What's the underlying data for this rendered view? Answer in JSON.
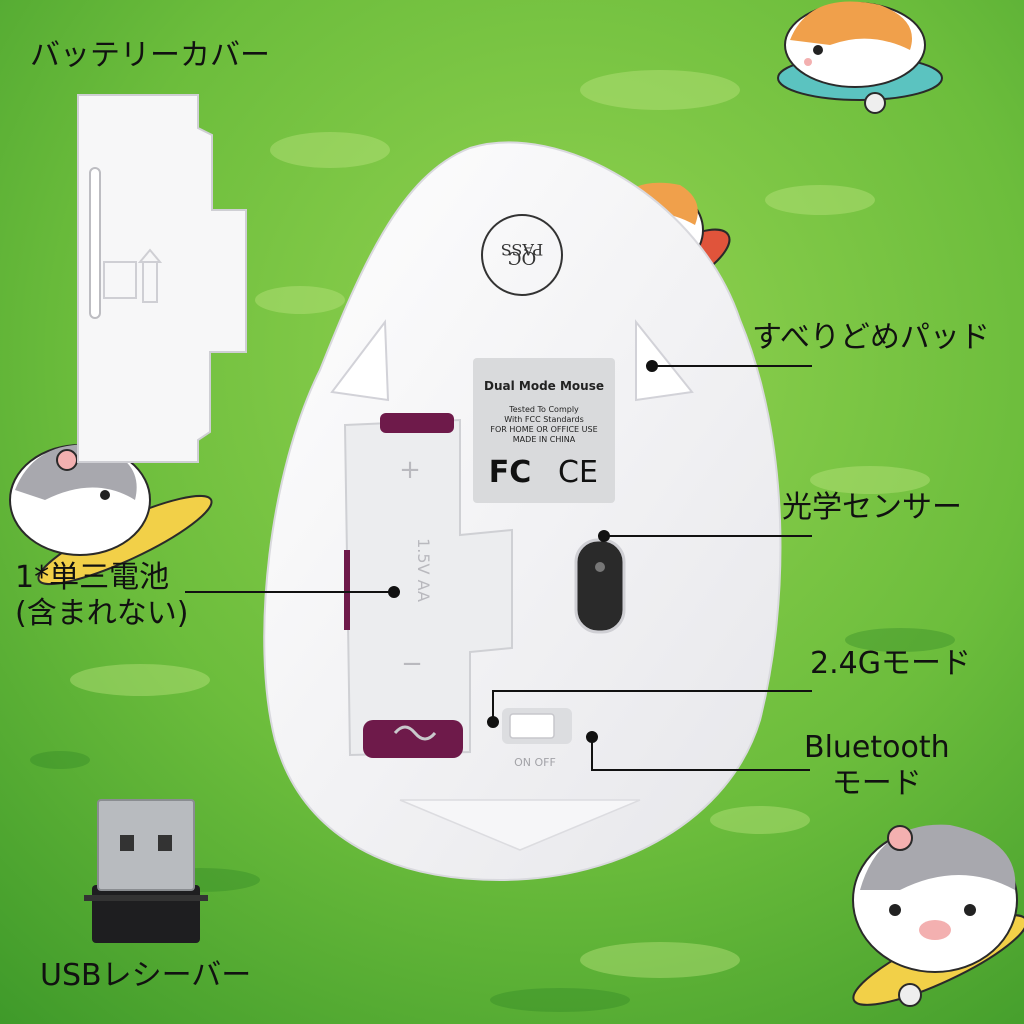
{
  "colors": {
    "grass_light": "#8fd24e",
    "grass_dark": "#3f9a2a",
    "mouse_body": "#f4f4f6",
    "label_plate": "#d9dadc",
    "battery_accent": "#6e1a4a",
    "line": "#111111"
  },
  "labels": {
    "battery_cover": "バッテリーカバー",
    "anti_slip_pad": "すべりどめパッド",
    "optical_sensor": "光学センサー",
    "battery_line1": "1*単三電池",
    "battery_line2": "(含まれない)",
    "mode_24g": "2.4Gモード",
    "bluetooth_line1": "Bluetooth",
    "bluetooth_line2": "モード",
    "usb_receiver": "USBレシーバー"
  },
  "mouse_label": {
    "title": "Dual Mode Mouse",
    "line1": "Tested To Comply",
    "line2": "With FCC Standards",
    "line3": "FOR HOME OR OFFICE USE",
    "line4": "MADE IN CHINA",
    "fcc": "FC",
    "ce": "CE"
  },
  "qc_stamp": {
    "top": "QC",
    "bottom": "PASS"
  },
  "battery_marking": "1.5V AA",
  "switch_text": "ON OFF",
  "battery_plus": "+",
  "battery_minus": "−",
  "icons": [
    "hamster-skateboard-icon",
    "usb-plug-icon"
  ]
}
